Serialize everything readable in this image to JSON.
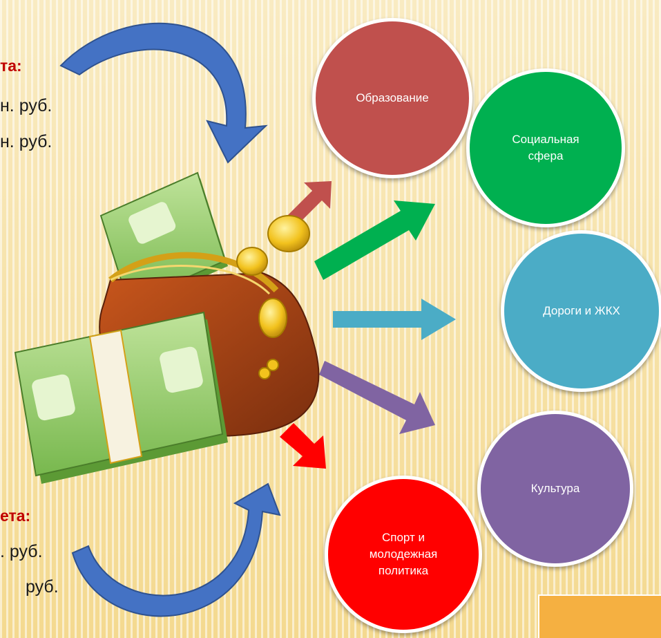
{
  "top_text": {
    "header": "та:",
    "line1": "н. руб.",
    "line2": "н. руб."
  },
  "bottom_text": {
    "header": "ета:",
    "line1": ". руб.",
    "line2": "руб."
  },
  "categories": [
    {
      "label": "Образование",
      "color": "#c0504d"
    },
    {
      "label": "Социальная\nсфера",
      "color": "#00b050"
    },
    {
      "label": "Дороги и ЖКХ",
      "color": "#4bacc6"
    },
    {
      "label": "Культура",
      "color": "#8064a2"
    },
    {
      "label": "Спорт и\nмолодежная\nполитика",
      "color": "#ff0000"
    }
  ],
  "colors": {
    "curve_arrow": "#4472c4",
    "red_text": "#c00000",
    "accent_box": "#f5b041"
  }
}
